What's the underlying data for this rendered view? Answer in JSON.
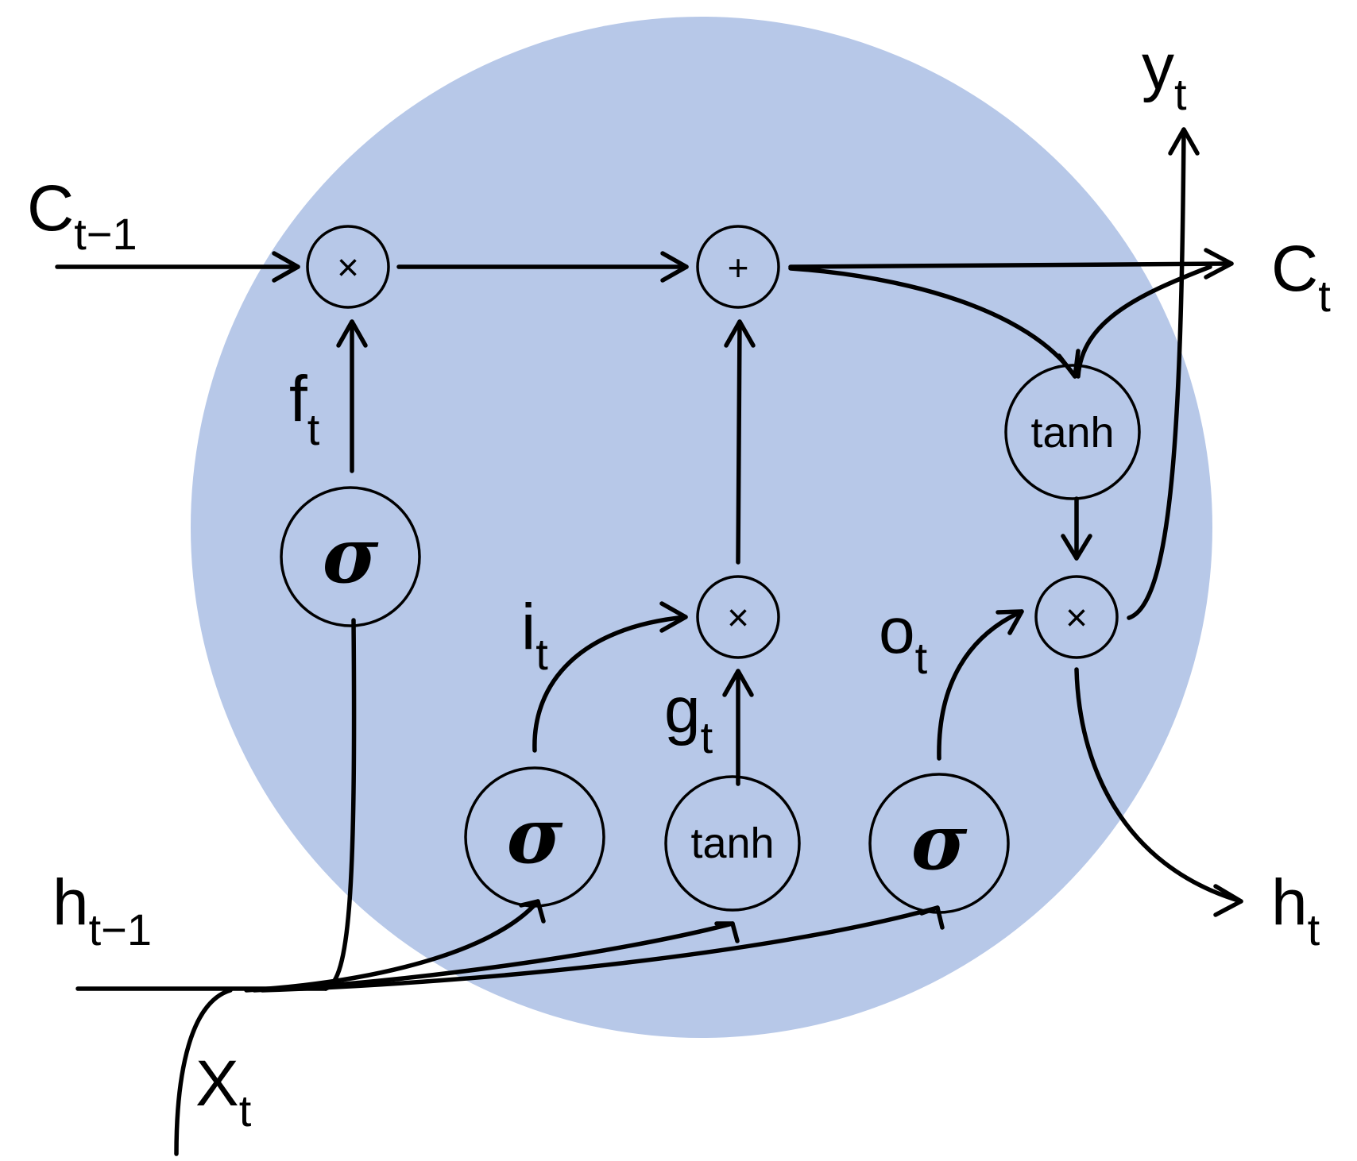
{
  "colors": {
    "cell_fill": "#b7c8e8",
    "stroke": "#000000",
    "background": "#ffffff"
  },
  "ops": {
    "forget_mult": "×",
    "cell_add": "+",
    "input_mult": "×",
    "output_mult": "×"
  },
  "gates": {
    "forget": "σ",
    "input": "σ",
    "candidate": "tanh",
    "output": "σ",
    "cell_tanh": "tanh"
  },
  "labels": {
    "c_prev": {
      "base": "C",
      "sub": "t−1"
    },
    "c_out": {
      "base": "C",
      "sub": "t"
    },
    "h_prev": {
      "base": "h",
      "sub": "t−1"
    },
    "h_out": {
      "base": "h",
      "sub": "t"
    },
    "x_in": {
      "base": "X",
      "sub": "t"
    },
    "y_out": {
      "base": "y",
      "sub": "t"
    },
    "f_gate": {
      "base": "f",
      "sub": "t"
    },
    "i_gate": {
      "base": "i",
      "sub": "t"
    },
    "g_gate": {
      "base": "g",
      "sub": "t"
    },
    "o_gate": {
      "base": "o",
      "sub": "t"
    }
  }
}
